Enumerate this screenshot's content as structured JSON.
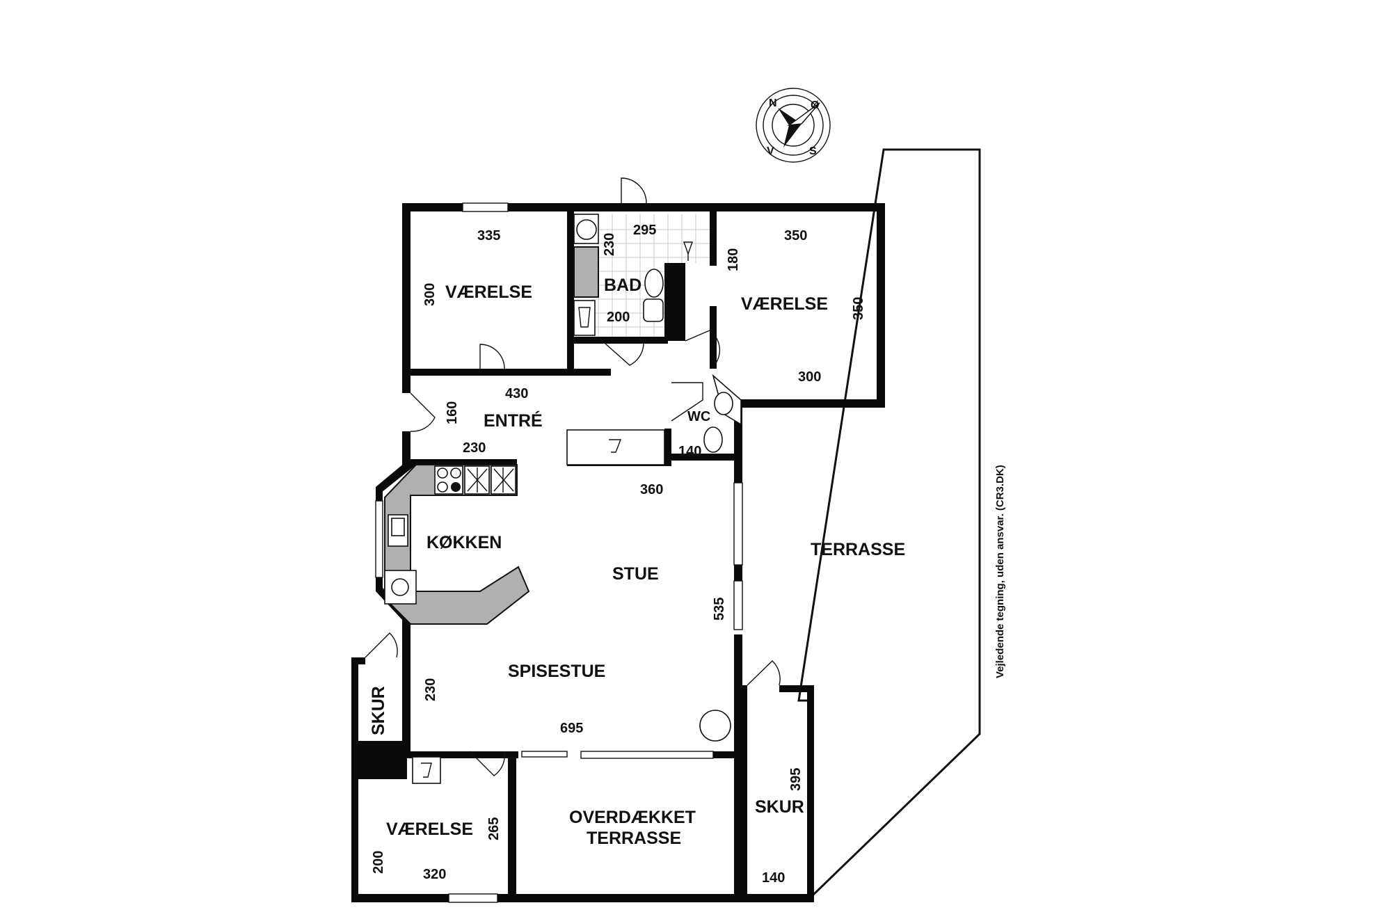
{
  "rooms": {
    "vaerelse_left": "VÆRELSE",
    "bad": "BAD",
    "vaerelse_right": "VÆRELSE",
    "entre": "ENTRÉ",
    "wc": "WC",
    "koekken": "KØKKEN",
    "stue": "STUE",
    "terrasse": "TERRASSE",
    "spisestue": "SPISESTUE",
    "skur_left": "SKUR",
    "vaerelse_bottom": "VÆRELSE",
    "overdaekket_line1": "OVERDÆKKET",
    "overdaekket_line2": "TERRASSE",
    "skur_right": "SKUR"
  },
  "dimensions": {
    "vl_width": "335",
    "vl_height": "300",
    "bad_a": "230",
    "bad_b": "295",
    "bad_c": "200",
    "vr_width": "350",
    "vr_a": "180",
    "vr_height": "350",
    "vr_b": "300",
    "entre_a": "430",
    "entre_b": "160",
    "entre_c": "230",
    "wc": "140",
    "stue_width": "360",
    "stue_height": "535",
    "spise_height": "230",
    "spise_width": "695",
    "vb_height": "265",
    "vb_a": "200",
    "vb_b": "320",
    "skur_r_height": "395",
    "skur_r_width": "140"
  },
  "compass": {
    "n": "N",
    "o": "Ø",
    "s": "S",
    "v": "V"
  },
  "disclaimer": "Vejledende tegning, uden ansvar. (CR3.DK)"
}
